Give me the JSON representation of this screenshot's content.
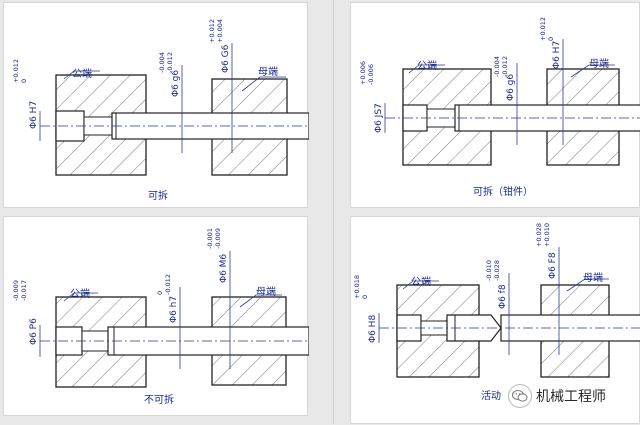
{
  "colors": {
    "ink": "#1a2a8c",
    "line": "#222222",
    "hatch": "#444444",
    "dim": "#2a3a9a"
  },
  "panels": [
    {
      "caption": "可拆",
      "male_label": "公端",
      "female_label": "母端",
      "hole_fit": "Φ6 H7",
      "hole_dev": [
        "+0.012",
        "0"
      ],
      "shaft_fit": "Φ6 g6",
      "shaft_dev": [
        "-0.004",
        "-0.012"
      ],
      "female_fit": "Φ6 G6",
      "female_dev": [
        "+0.012",
        "+0.004"
      ]
    },
    {
      "caption": "可拆（钳件）",
      "male_label": "公端",
      "female_label": "母端",
      "hole_fit": "Φ6 JS7",
      "hole_dev": [
        "+0.006",
        "-0.006"
      ],
      "shaft_fit": "Φ6 g6",
      "shaft_dev": [
        "-0.004",
        "-0.012"
      ],
      "female_fit": "Φ6 H7",
      "female_dev": [
        "+0.012",
        "0"
      ]
    },
    {
      "caption": "不可拆",
      "male_label": "公端",
      "female_label": "母端",
      "hole_fit": "Φ6 P6",
      "hole_dev": [
        "-0.009",
        "-0.017"
      ],
      "shaft_fit": "Φ6 h7",
      "shaft_dev": [
        "0",
        "-0.012"
      ],
      "female_fit": "Φ6 M6",
      "female_dev": [
        "-0.001",
        "-0.009"
      ]
    },
    {
      "caption": "活动",
      "male_label": "公端",
      "female_label": "母端",
      "hole_fit": "Φ6 H8",
      "hole_dev": [
        "+0.018",
        "0"
      ],
      "shaft_fit": "Φ6 f8",
      "shaft_dev": [
        "-0.010",
        "-0.028"
      ],
      "female_fit": "Φ6 F8",
      "female_dev": [
        "+0.028",
        "+0.010"
      ]
    }
  ],
  "watermark": {
    "text": "机械工程师",
    "icon": "wechat-icon"
  }
}
